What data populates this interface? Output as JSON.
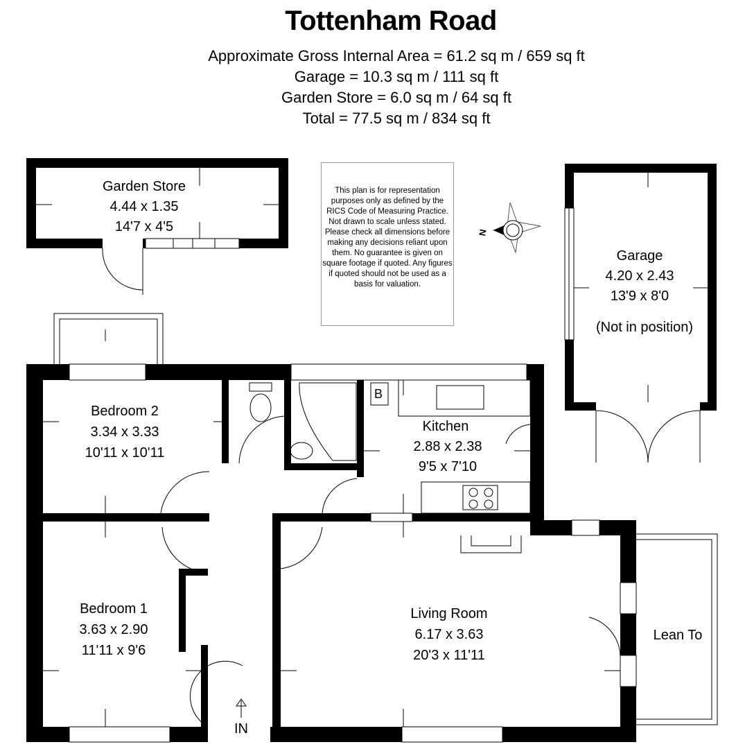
{
  "title": "Tottenham Road",
  "areas": [
    "Approximate Gross Internal Area = 61.2 sq m / 659 sq ft",
    "Garage = 10.3 sq m / 111 sq ft",
    "Garden Store = 6.0 sq m / 64 sq ft",
    "Total = 77.5 sq m / 834 sq ft"
  ],
  "disclaimer": "This plan is for representation purposes only as defined by the RICS Code of Measuring Practice. Not drawn to scale unless stated. Please check all dimensions before making any decisions reliant upon them. No guarantee is given on square footage if quoted. Any figures if quoted should not be used as a basis for valuation.",
  "compass": {
    "label": "N"
  },
  "rooms": {
    "garden_store": {
      "name": "Garden Store",
      "metric": "4.44 x 1.35",
      "imperial": "14'7 x 4'5"
    },
    "garage": {
      "name": "Garage",
      "metric": "4.20 x 2.43",
      "imperial": "13'9 x 8'0",
      "note": "(Not in position)"
    },
    "bedroom2": {
      "name": "Bedroom 2",
      "metric": "3.34 x 3.33",
      "imperial": "10'11 x 10'11"
    },
    "kitchen": {
      "name": "Kitchen",
      "metric": "2.88 x 2.38",
      "imperial": "9'5 x 7'10",
      "boiler": "B"
    },
    "bedroom1": {
      "name": "Bedroom 1",
      "metric": "3.63 x 2.90",
      "imperial": "11'11 x 9'6"
    },
    "living": {
      "name": "Living Room",
      "metric": "6.17 x 3.63",
      "imperial": "20'3 x 11'11"
    },
    "lean_to": {
      "name": "Lean To"
    }
  },
  "entrance": "IN"
}
